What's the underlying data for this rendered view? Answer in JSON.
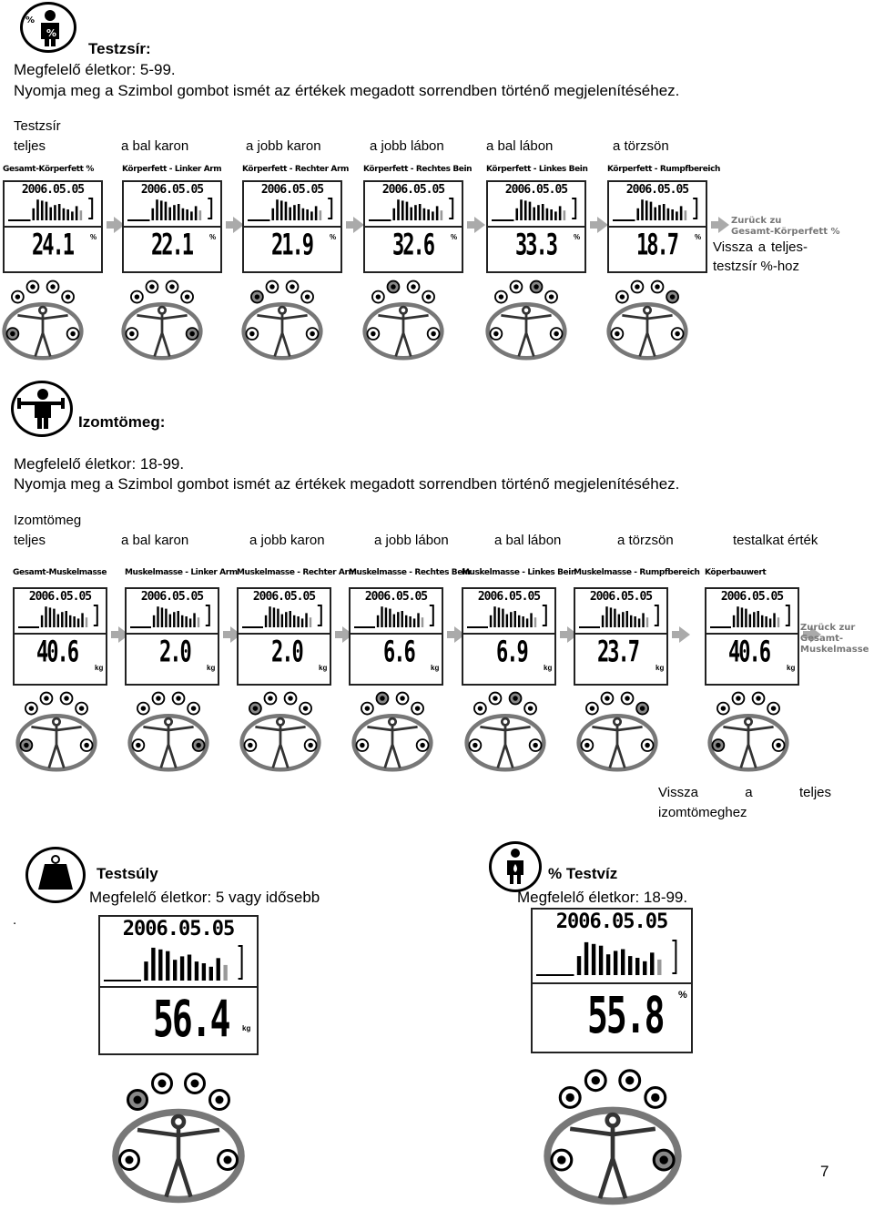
{
  "fat": {
    "title": "Testzsír:",
    "age": "Megfelelő életkor: 5-99.",
    "instruction": "Nyomja meg a Szimbol gombot ismét az értékek megadott sorrendben történő megjelenítéséhez.",
    "row_label": "Testzsír",
    "columns": [
      "teljes",
      "a bal karon",
      "a jobb karon",
      "a jobb lábon",
      "a bal lábon",
      "a törzsön"
    ],
    "captions": [
      "Gesamt-Körperfett %",
      "Körperfett - Linker Arm",
      "Körperfett - Rechter Arm",
      "Körperfett - Rechtes Bein",
      "Körperfett - Linkes Bein",
      "Körperfett - Rumpfbereich"
    ],
    "date": "2006.05.05",
    "values": [
      "24.1",
      "22.1",
      "21.9",
      "32.6",
      "33.3",
      "18.7"
    ],
    "unit": "%",
    "back_german": [
      "Zurück zu",
      "Gesamt-Körperfett %"
    ],
    "back_line1": "Vissza a teljes-",
    "back_line2": "testzsír %-hoz"
  },
  "muscle": {
    "title": "Izomtömeg:",
    "age": "Megfelelő életkor: 18-99.",
    "instruction": "Nyomja meg a Szimbol gombot ismét az értékek megadott sorrendben történő megjelenítéséhez.",
    "row_label": "Izomtömeg",
    "columns": [
      "teljes",
      "a bal karon",
      "a jobb karon",
      "a jobb lábon",
      "a bal lábon",
      "a törzsön",
      "testalkat érték"
    ],
    "captions": [
      "Gesamt-Muskelmasse",
      "Muskelmasse - Linker Arm",
      "Muskelmasse - Rechter Arm",
      "Muskelmasse - Rechtes Bein",
      "Muskelmasse - Linkes Bein",
      "Muskelmasse - Rumpfbereich",
      "Köperbauwert"
    ],
    "date": "2006.05.05",
    "values": [
      "40.6",
      "2.0",
      "2.0",
      "6.6",
      "6.9",
      "23.7",
      "40.6"
    ],
    "unit": "kg",
    "back_german": [
      "Zurück zur",
      "Gesamt-Muskelmasse"
    ],
    "back_line1": "Vissza a teljes",
    "back_line2": "izomtömeghez"
  },
  "weight": {
    "title": "Testsúly",
    "age": "Megfelelő életkor: 5 vagy idősebb",
    "dot": ".",
    "date": "2006.05.05",
    "value": "56.4",
    "unit": "kg"
  },
  "water": {
    "title": "% Testvíz",
    "age": "Megfelelő életkor: 18-99.",
    "date": "2006.05.05",
    "value": "55.8",
    "unit": "%"
  },
  "page_number": "7"
}
